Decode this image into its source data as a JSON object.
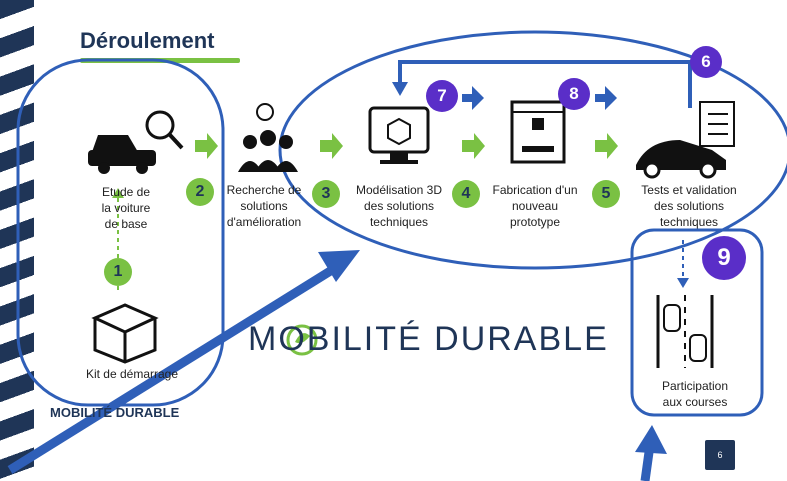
{
  "title": "Déroulement",
  "steps": {
    "kit": "Kit de démarrage",
    "etude": [
      "Etude de",
      "la voiture",
      "de base"
    ],
    "recherche": [
      "Recherche de",
      "solutions",
      "d'amélioration"
    ],
    "modelisation": [
      "Modélisation 3D",
      "des solutions",
      "techniques"
    ],
    "fabrication": [
      "Fabrication d'un",
      "nouveau",
      "prototype"
    ],
    "tests": [
      "Tests et validation",
      "des solutions",
      "techniques"
    ],
    "participation": [
      "Participation",
      "aux courses"
    ]
  },
  "numbers": {
    "n1": "1",
    "n2": "2",
    "n3": "3",
    "n4": "4",
    "n5": "5",
    "n6": "6",
    "n7": "7",
    "n8": "8",
    "n9": "9"
  },
  "brand": {
    "main": "MOBILITÉ DURABLE",
    "small": "MOBILITÉ DURABLE"
  },
  "slide_number": "6",
  "colors": {
    "navy": "#1f3557",
    "green": "#7ac143",
    "purple": "#5a2ec8",
    "blue": "#2f5fb8"
  }
}
